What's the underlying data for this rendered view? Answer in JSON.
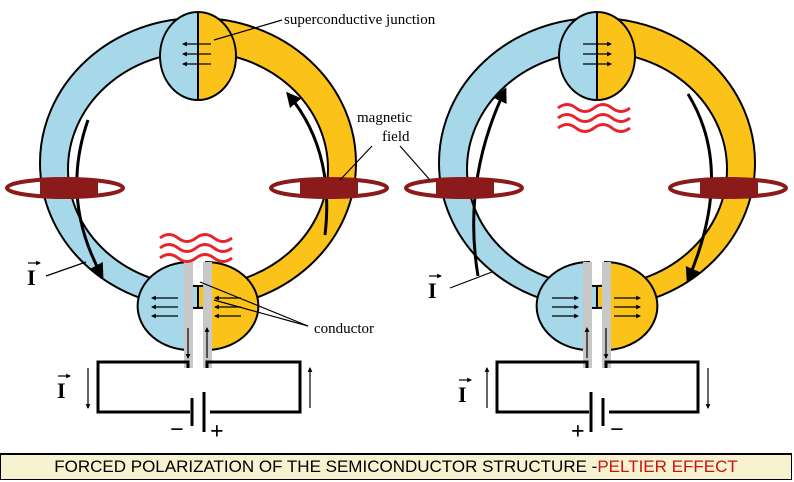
{
  "labels": {
    "junction": "superconductive junction",
    "magnetic_line1": "magnetic",
    "magnetic_line2": "field",
    "conductor": "conductor",
    "current": "I"
  },
  "polarity": {
    "left": {
      "a": "−",
      "b": "+"
    },
    "right": {
      "a": "+",
      "b": "−"
    }
  },
  "caption": {
    "main": "FORCED POLARIZATION OF THE SEMICONDUCTOR STRUCTURE - ",
    "accent": "PELTIER EFFECT"
  },
  "colors": {
    "blue": "#a7d8ea",
    "yellow": "#fbc21a",
    "ring": "#8b1a1a",
    "heat": "#e8242a",
    "conductor_gray": "#c8c8c8",
    "caption_bg": "#f7f2d0",
    "accent": "#cc1111"
  }
}
